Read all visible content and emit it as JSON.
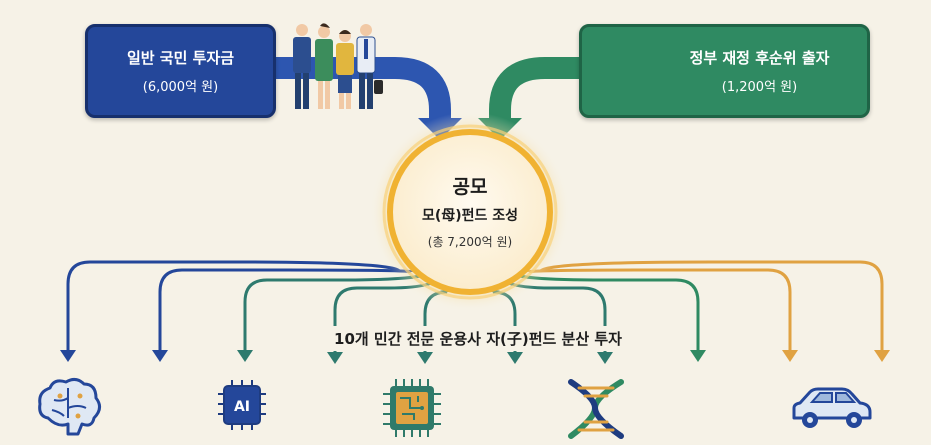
{
  "left_box": {
    "title": "일반 국민 투자금",
    "amount": "(6,000억 원)"
  },
  "right_box": {
    "title": "정부 재정 후순위 출자",
    "amount": "(1,200억 원)"
  },
  "center": {
    "title": "공모",
    "subtitle": "모(母)펀드 조성",
    "total": "(총 7,200억 원)"
  },
  "distribution_label": "10개 민간 전문 운용사 자(子)펀드 분산 투자",
  "ai_chip_text": "AI",
  "colors": {
    "navy": "#24479a",
    "green": "#2f8a62",
    "teal": "#2e7a6e",
    "gold": "#e0a242",
    "background": "#f6f2e7"
  },
  "icons": [
    "people-group-icon",
    "shield-check-icon",
    "brain-icon",
    "ai-chip-icon",
    "semiconductor-chip-icon",
    "dna-icon",
    "car-icon"
  ]
}
